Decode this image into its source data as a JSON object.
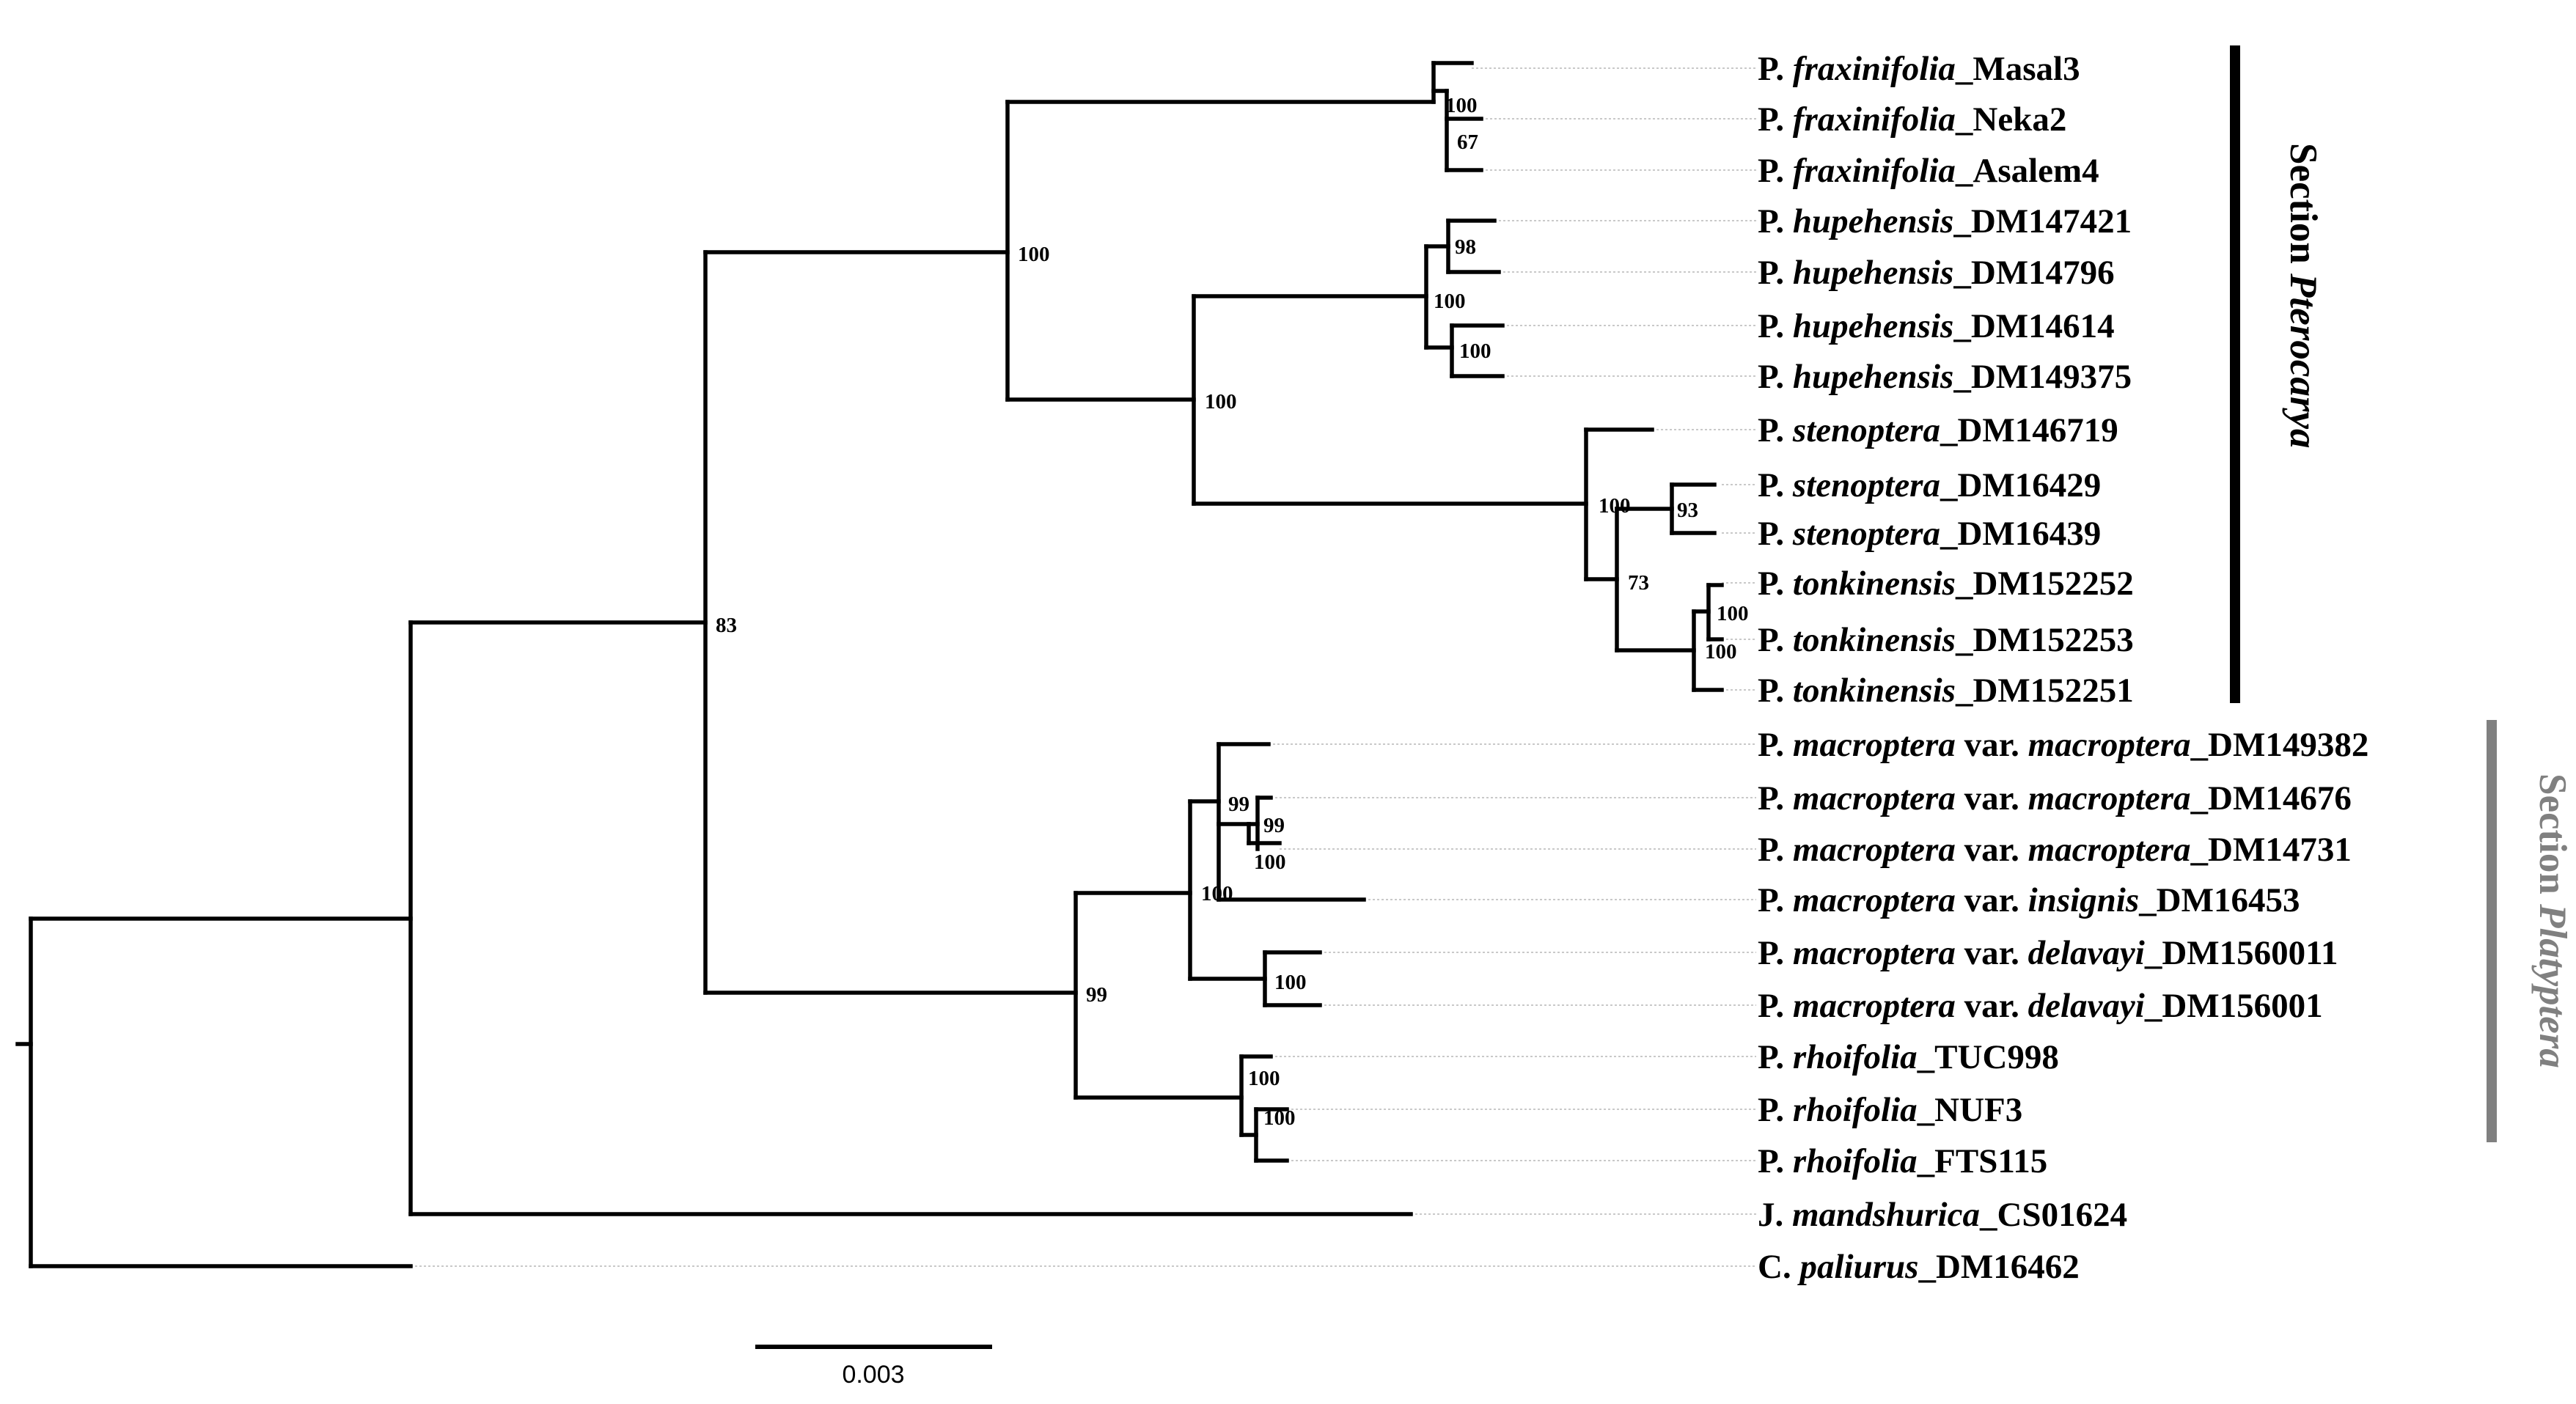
{
  "leaves": [
    {
      "genus": "P. ",
      "epithet": "fraxinifolia",
      "var_word": "",
      "var_name": "",
      "code": "_Masal3"
    },
    {
      "genus": "P. ",
      "epithet": "fraxinifolia",
      "var_word": "",
      "var_name": "",
      "code": "_Neka2"
    },
    {
      "genus": "P. ",
      "epithet": "fraxinifolia",
      "var_word": "",
      "var_name": "",
      "code": "_Asalem4"
    },
    {
      "genus": "P. ",
      "epithet": "hupehensis",
      "var_word": "",
      "var_name": "",
      "code": "_DM147421"
    },
    {
      "genus": "P. ",
      "epithet": "hupehensis",
      "var_word": "",
      "var_name": "",
      "code": "_DM14796"
    },
    {
      "genus": "P. ",
      "epithet": "hupehensis",
      "var_word": "",
      "var_name": "",
      "code": "_DM14614"
    },
    {
      "genus": "P. ",
      "epithet": "hupehensis",
      "var_word": "",
      "var_name": "",
      "code": "_DM149375"
    },
    {
      "genus": "P. ",
      "epithet": "stenoptera",
      "var_word": "",
      "var_name": "",
      "code": "_DM146719"
    },
    {
      "genus": "P. ",
      "epithet": "stenoptera",
      "var_word": "",
      "var_name": "",
      "code": "_DM16429"
    },
    {
      "genus": "P. ",
      "epithet": "stenoptera",
      "var_word": "",
      "var_name": "",
      "code": "_DM16439"
    },
    {
      "genus": "P. ",
      "epithet": "tonkinensis",
      "var_word": "",
      "var_name": "",
      "code": "_DM152252"
    },
    {
      "genus": "P. ",
      "epithet": "tonkinensis",
      "var_word": "",
      "var_name": "",
      "code": "_DM152253"
    },
    {
      "genus": "P. ",
      "epithet": "tonkinensis",
      "var_word": "",
      "var_name": "",
      "code": "_DM152251"
    },
    {
      "genus": "P. ",
      "epithet": "macroptera",
      "var_word": " var. ",
      "var_name": "macroptera",
      "code": "_DM149382"
    },
    {
      "genus": "P. ",
      "epithet": "macroptera",
      "var_word": " var. ",
      "var_name": "macroptera",
      "code": "_DM14676"
    },
    {
      "genus": "P. ",
      "epithet": "macroptera",
      "var_word": " var. ",
      "var_name": "macroptera",
      "code": "_DM14731"
    },
    {
      "genus": "P. ",
      "epithet": "macroptera",
      "var_word": " var. ",
      "var_name": "insignis",
      "code": "_DM16453"
    },
    {
      "genus": "P. ",
      "epithet": "macroptera",
      "var_word": " var. ",
      "var_name": "delavayi",
      "code": "_DM1560011"
    },
    {
      "genus": "P. ",
      "epithet": "macroptera",
      "var_word": " var. ",
      "var_name": "delavayi",
      "code": "_DM156001"
    },
    {
      "genus": "P. ",
      "epithet": "rhoifolia",
      "var_word": "",
      "var_name": "",
      "code": "_TUC998"
    },
    {
      "genus": "P. ",
      "epithet": "rhoifolia",
      "var_word": "",
      "var_name": "",
      "code": "_NUF3"
    },
    {
      "genus": "P. ",
      "epithet": "rhoifolia",
      "var_word": "",
      "var_name": "",
      "code": "_FTS115"
    },
    {
      "genus": "J. ",
      "epithet": "mandshurica",
      "var_word": "",
      "var_name": "",
      "code": "_CS01624"
    },
    {
      "genus": "C. ",
      "epithet": "paliurus",
      "var_word": "",
      "var_name": "",
      "code": "_DM16462"
    }
  ],
  "support_values": [
    "100",
    "67",
    "98",
    "100",
    "100",
    "100",
    "100",
    "100",
    "73",
    "93",
    "100",
    "100",
    "83",
    "99",
    "99",
    "100",
    "100",
    "100",
    "99",
    "100",
    "100"
  ],
  "sections": [
    {
      "prefix": "Section ",
      "name": "Pterocarya",
      "color": "#000000"
    },
    {
      "prefix": "Section ",
      "name": "Platyptera",
      "color": "#808080"
    }
  ],
  "scale_bar": {
    "label": "0.003"
  },
  "colors": {
    "branch": "#000000",
    "guide_line": "#c9c9c9"
  }
}
